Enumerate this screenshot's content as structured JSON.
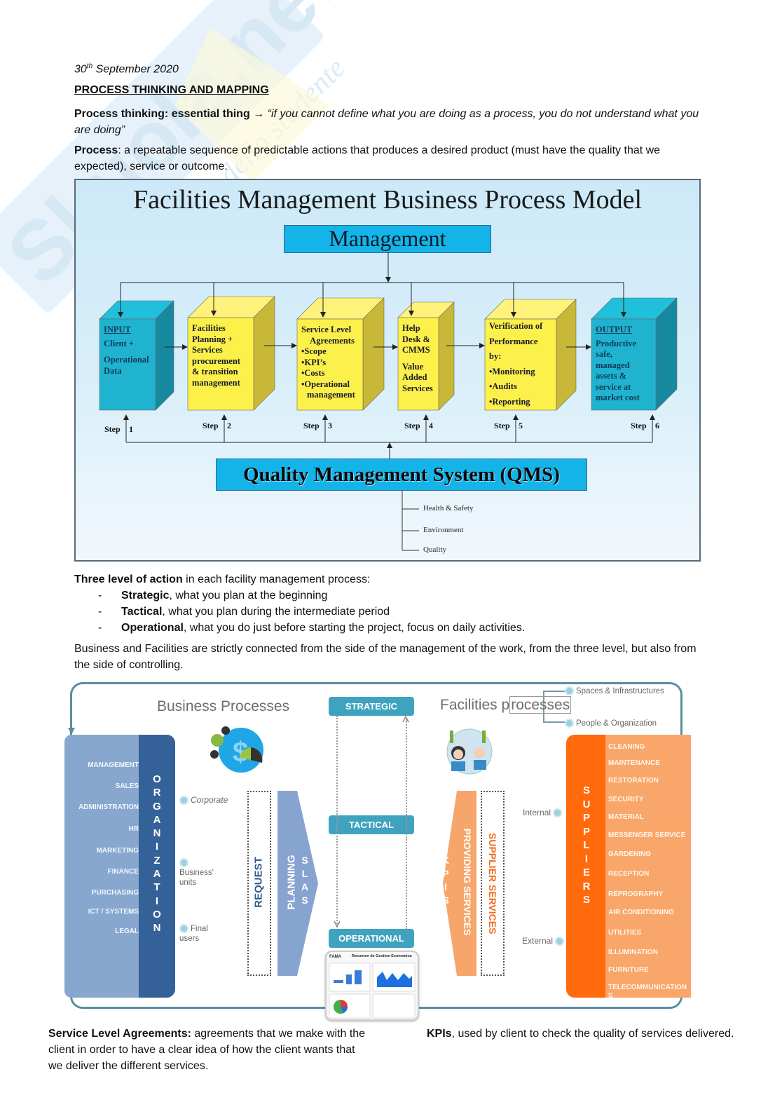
{
  "watermark": {
    "brand": "Skuola.net",
    "tagline": "il paradiso dello studente"
  },
  "header": {
    "date_day": "30",
    "date_suffix": "th",
    "date_rest": " September 2020",
    "title": "PROCESS THINKING AND MAPPING"
  },
  "intro": {
    "pt_label": "Process thinking: essential thing",
    "pt_arrow": " → ",
    "pt_quote": "“if you cannot define what you are doing as a process, you do not understand what you are doing”",
    "process_label": "Process",
    "process_text": ": a repeatable sequence of predictable actions that produces a desired product (must have the quality that we expected), service or outcome."
  },
  "figure1": {
    "title": "Facilities Management Business Process Model",
    "management": "Management",
    "boxes": [
      {
        "lines": [
          "INPUT",
          "Client +",
          "Operational",
          "Data"
        ],
        "color": "#1fb3cf"
      },
      {
        "lines": [
          "Facilities",
          "Planning +",
          "Services",
          "procurement",
          "& transition",
          "management"
        ],
        "color": "#fcf04a"
      },
      {
        "lines": [
          "Service    Level",
          "Agreements",
          "•Scope",
          "•KPI’s",
          "•Costs",
          "•Operational",
          "management"
        ],
        "color": "#fcf04a"
      },
      {
        "lines": [
          "Help Desk &",
          "CMMS",
          "Value Added",
          "Services"
        ],
        "color": "#fcf04a"
      },
      {
        "lines": [
          "Verification of",
          "Performance",
          "by:",
          "•Monitoring",
          "•Audits",
          "•Reporting"
        ],
        "color": "#fcf04a"
      },
      {
        "lines": [
          "OUTPUT",
          "Productive",
          "safe,",
          "managed",
          "assets &",
          "service at",
          "market cost"
        ],
        "color": "#1fb3cf"
      }
    ],
    "steps": [
      "Step",
      "Step",
      "Step",
      "Step",
      "Step",
      "Step"
    ],
    "step_numbers": [
      "1",
      "2",
      "3",
      "4",
      "5",
      "6"
    ],
    "qms": "Quality Management System (QMS)",
    "qms_items": [
      "Health & Safety",
      "Environment",
      "Quality"
    ]
  },
  "levels_section": {
    "intro_bold": "Three level of action",
    "intro_rest": " in each facility management process:",
    "items": [
      {
        "bold": "Strategic",
        "rest": ", what you plan at the beginning"
      },
      {
        "bold": "Tactical",
        "rest": ", what you plan during the intermediate period"
      },
      {
        "bold": "Operational",
        "rest": ", what you do just before starting the project, focus on daily activities."
      }
    ],
    "dash": "-",
    "closing": "Business and Facilities are strictly connected from the side of the management of the work, from the three level, but also from the side of controlling."
  },
  "figure2": {
    "business_title": "Business Processes",
    "facilities_title_a": "Facilities p",
    "facilities_title_b": "rocesses",
    "facilities_branches": [
      "Spaces & Infrastructures",
      "People & Organization"
    ],
    "levels": [
      "STRATEGIC",
      "TACTICAL",
      "OPERATIONAL"
    ],
    "org_departments": [
      "MANAGEMENT",
      "SALES",
      "ADMINISTRATION",
      "HR",
      "MARKETING",
      "FINANCE",
      "PURCHASING",
      "ICT / SYSTEMS",
      "LEGAL"
    ],
    "org_word": [
      "O",
      "R",
      "G",
      "A",
      "N",
      "I",
      "Z",
      "A",
      "T",
      "I",
      "O",
      "N"
    ],
    "org_levels": [
      "Corporate",
      "Business' units",
      "Final users"
    ],
    "request": "REQUEST",
    "planning": "PLANNING",
    "slas": [
      "S",
      "L",
      "A",
      "S"
    ],
    "kpis": [
      "K",
      "P",
      "I",
      "S"
    ],
    "providing": "PROVIDING SERVICES",
    "supplier_services": "SUPPLIER SERVICES",
    "supplier_types": [
      "Internal",
      "External"
    ],
    "suppliers_word": [
      "S",
      "U",
      "P",
      "P",
      "L",
      "I",
      "E",
      "R",
      "S"
    ],
    "supplier_items": [
      "CLEANING",
      "MAINTENANCE",
      "RESTORATION",
      "SECURITY",
      "MATERIAL",
      "MESSENGER SERVICE",
      "GARDENING",
      "RECEPTION",
      "REPROGRAPHY",
      "AIR CONDITIONING",
      "UTILITIES",
      "ILLUMINATION",
      "FURNITURE",
      "TELECOMMUNICATION",
      "S"
    ],
    "dashboard_title": "Resumen de Gestion Economica",
    "dashboard_logo": "FAMA",
    "colors": {
      "org_light": "#87a7cf",
      "org_dark": "#346198",
      "sup_dark": "#ff6a0c",
      "sup_light": "#f8a66a",
      "level_btn": "#3fa3c0",
      "frame": "#5a8e9e"
    }
  },
  "footer": {
    "sla_bold": "Service Level Agreements:",
    "sla_rest": " agreements that we make with the client in order to have a clear idea of how the client wants that we deliver the different services.",
    "kpi_bold": "KPIs",
    "kpi_rest": ", used by client to check the quality of services delivered."
  }
}
